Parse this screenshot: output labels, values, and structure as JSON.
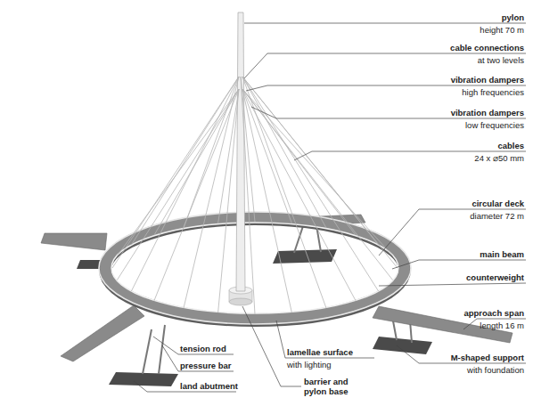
{
  "diagram": {
    "labels": [
      "pylon",
      "height 70 m",
      "cable connections",
      "at two levels",
      "vibration dampers",
      "high frequencies",
      "vibration dampers",
      "low frequencies",
      "cables",
      "24 x ⌀50 mm",
      "circular deck",
      "diameter 72 m",
      "main beam",
      "counterweight",
      "approach span",
      "length 16 m",
      "M-shaped support",
      "with foundation",
      "tension rod",
      "pressure bar",
      "land abutment",
      "lamellae surface",
      "with lighting",
      "barrier and pylon base"
    ]
  }
}
